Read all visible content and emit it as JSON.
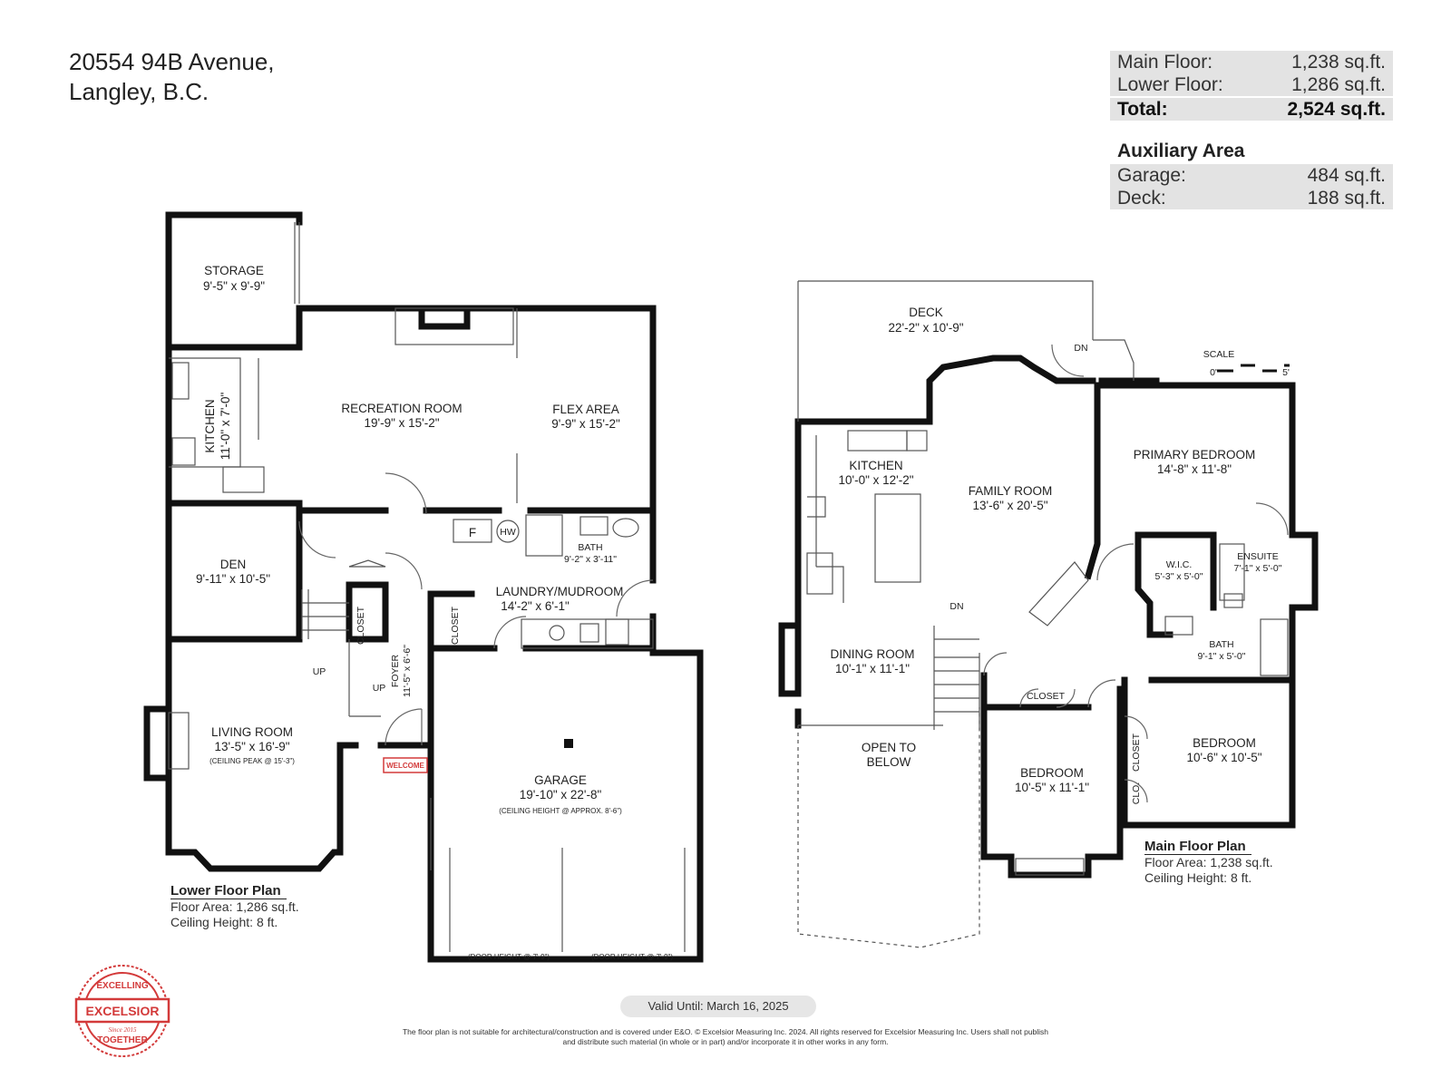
{
  "address": {
    "line1": "20554 94B Avenue,",
    "line2": "Langley, B.C."
  },
  "summary": {
    "rows": [
      {
        "label": "Main Floor:",
        "value": "1,238 sq.ft."
      },
      {
        "label": "Lower Floor:",
        "value": "1,286 sq.ft."
      }
    ],
    "total": {
      "label": "Total:",
      "value": "2,524 sq.ft."
    },
    "aux_title": "Auxiliary Area",
    "aux_rows": [
      {
        "label": "Garage:",
        "value": "484 sq.ft."
      },
      {
        "label": "Deck:",
        "value": "188 sq.ft."
      }
    ]
  },
  "lower": {
    "title": "Lower Floor Plan",
    "area": "Floor Area: 1,286 sq.ft.",
    "height": "Ceiling Height: 8 ft.",
    "rooms": {
      "storage": {
        "name": "STORAGE",
        "dim": "9'-5\" x 9'-9\""
      },
      "kitchen": {
        "name": "KITCHEN",
        "dim": "11'-0\" x 7'-0\""
      },
      "recreation": {
        "name": "RECREATION ROOM",
        "dim": "19'-9\" x 15'-2\""
      },
      "flex": {
        "name": "FLEX AREA",
        "dim": "9'-9\" x 15'-2\""
      },
      "den": {
        "name": "DEN",
        "dim": "9'-11\" x 10'-5\""
      },
      "bath": {
        "name": "BATH",
        "dim": "9'-2\" x 3'-11\""
      },
      "laundry": {
        "name": "LAUNDRY/MUDROOM",
        "dim": "14'-2\" x 6'-1\""
      },
      "foyer": {
        "name": "FOYER",
        "dim": "11'-5\" x 6'-6\""
      },
      "living": {
        "name": "LIVING ROOM",
        "dim": "13'-5\" x 16'-9\"",
        "note": "(CEILING PEAK @ 15'-3\")"
      },
      "garage": {
        "name": "GARAGE",
        "dim": "19'-10\" x 22'-8\"",
        "note": "(CEILING HEIGHT @ APPROX. 8'-6\")"
      }
    },
    "closet1": "CLOSET",
    "closet2": "CLOSET",
    "up1": "UP",
    "up2": "UP",
    "furnace": "F",
    "hw": "HW",
    "welcome": "WELCOME",
    "door1": "(DOOR HEIGHT @ 7'-9\")",
    "door2": "(DOOR HEIGHT @ 7'-9\")"
  },
  "main": {
    "title": "Main Floor Plan",
    "area": "Floor Area: 1,238 sq.ft.",
    "height": "Ceiling Height: 8 ft.",
    "rooms": {
      "deck": {
        "name": "DECK",
        "dim": "22'-2\" x 10'-9\""
      },
      "kitchen": {
        "name": "KITCHEN",
        "dim": "10'-0\" x 12'-2\""
      },
      "family": {
        "name": "FAMILY ROOM",
        "dim": "13'-6\" x 20'-5\""
      },
      "primary": {
        "name": "PRIMARY BEDROOM",
        "dim": "14'-8\" x 11'-8\""
      },
      "wic": {
        "name": "W.I.C.",
        "dim": "5'-3\" x 5'-0\""
      },
      "ensuite": {
        "name": "ENSUITE",
        "dim": "7'-1\" x 5'-0\""
      },
      "bath": {
        "name": "BATH",
        "dim": "9'-1\" x 5'-0\""
      },
      "dining": {
        "name": "DINING ROOM",
        "dim": "10'-1\" x 11'-1\""
      },
      "bedroom1": {
        "name": "BEDROOM",
        "dim": "10'-5\" x 11'-1\""
      },
      "bedroom2": {
        "name": "BEDROOM",
        "dim": "10'-6\" x 10'-5\""
      },
      "open": {
        "line1": "OPEN TO",
        "line2": "BELOW"
      }
    },
    "closet1": "CLOSET",
    "closet2": "CLOSET",
    "clo": "CLO.",
    "dn1": "DN",
    "dn2": "DN",
    "scale": "SCALE",
    "scale0": "0'",
    "scale5": "5'"
  },
  "logo": {
    "top": "EXCELLING",
    "center": "EXCELSIOR",
    "year": "Since 2015",
    "bottom": "TOGETHER"
  },
  "valid": "Valid Until: March 16, 2025",
  "disclaimer": "The floor plan is not suitable for architectural/construction and is covered under E&O. © Excelsior Measuring Inc. 2024. All rights reserved for Excelsior Measuring Inc. Users shall not publish and distribute such material (in whole or in part) and/or incorporate it in other works in any form."
}
